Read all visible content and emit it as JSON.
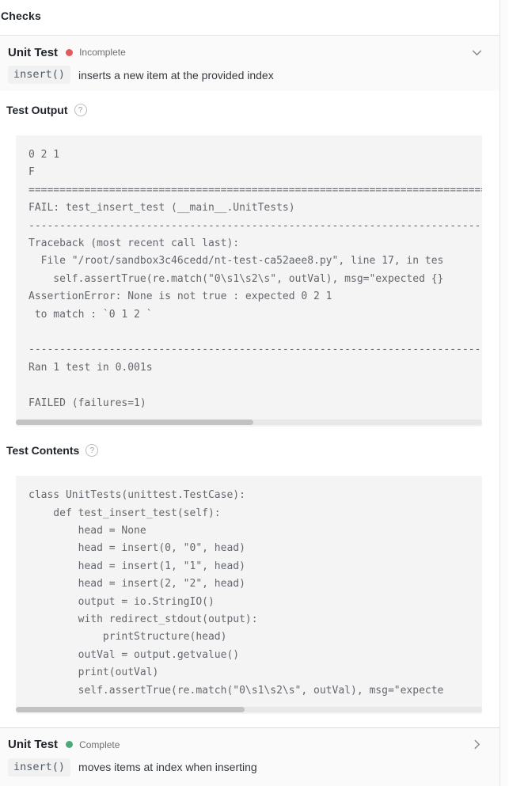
{
  "page": {
    "title": "Checks"
  },
  "colors": {
    "incomplete_dot": "#e4595c",
    "complete_dot": "#4fa878"
  },
  "icons": {
    "help_glyph": "?"
  },
  "check_incomplete": {
    "type_label": "Unit Test",
    "status_label": "Incomplete",
    "method_label": "insert()",
    "description": "inserts a new item at the provided index",
    "output": {
      "label": "Test Output",
      "lines": [
        "0 2 1",
        "F",
        "================================================================================",
        "FAIL: test_insert_test (__main__.UnitTests)",
        "--------------------------------------------------------------------------------",
        "Traceback (most recent call last):",
        "  File \"/root/sandbox3c46cedd/nt-test-ca52aee8.py\", line 17, in tes",
        "    self.assertTrue(re.match(\"0\\s1\\s2\\s\", outVal), msg=\"expected {}",
        "AssertionError: None is not true : expected 0 2 1",
        " to match : `0 1 2 `",
        "",
        "--------------------------------------------------------------------------------",
        "Ran 1 test in 0.001s",
        "",
        "FAILED (failures=1)"
      ]
    },
    "contents": {
      "label": "Test Contents",
      "lines": [
        "class UnitTests(unittest.TestCase):",
        "    def test_insert_test(self):",
        "        head = None",
        "        head = insert(0, \"0\", head)",
        "        head = insert(1, \"1\", head)",
        "        head = insert(2, \"2\", head)",
        "        output = io.StringIO()",
        "        with redirect_stdout(output):",
        "            printStructure(head)",
        "        outVal = output.getvalue()",
        "        print(outVal)",
        "        self.assertTrue(re.match(\"0\\s1\\s2\\s\", outVal), msg=\"expecte"
      ]
    }
  },
  "check_complete": {
    "type_label": "Unit Test",
    "status_label": "Complete",
    "method_label": "insert()",
    "description": "moves items at index when inserting"
  }
}
